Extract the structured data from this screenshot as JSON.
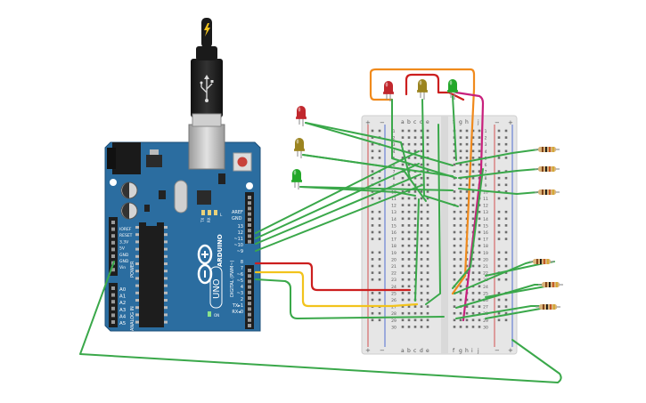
{
  "colors": {
    "arduino_board": "#2b6da0",
    "breadboard": "#e6e6e6",
    "wire_green": "#3aa84a",
    "wire_red": "#cc1f1f",
    "wire_yellow": "#f2c31c",
    "wire_orange": "#f08a1c",
    "wire_magenta": "#c8207c",
    "led_red": "#c1272d",
    "led_yellow": "#9b8420",
    "led_green": "#24a82a"
  },
  "arduino": {
    "logo_text": "ARDUINO",
    "model_text": "UNO",
    "header_power": "POWER",
    "header_analog": "ANALOG IN",
    "header_digital": "DIGITAL (PWM~)",
    "on_label": "ON",
    "aref": "AREF",
    "gnd": "GND",
    "pin_labels": [
      "13",
      "12",
      "~11",
      "~10",
      "~9",
      "8",
      "7",
      "~6",
      "~5",
      "4",
      "~3",
      "2",
      "TX▸1",
      "RX◂0"
    ],
    "power_pins": [
      "IOREF",
      "RESET",
      "3.3V",
      "5V",
      "GND",
      "GND",
      "Vin"
    ],
    "analog_pins": [
      "A0",
      "A1",
      "A2",
      "A3",
      "A4",
      "A5"
    ],
    "tx_label": "TX",
    "rx_label": "RX",
    "l_label": "L",
    "usb_icon": "usb-icon",
    "power_icon": "lightning-icon"
  },
  "breadboard": {
    "columns_left": [
      "a",
      "b",
      "c",
      "d",
      "e"
    ],
    "columns_right": [
      "f",
      "g",
      "h",
      "i",
      "j"
    ],
    "plus": "+",
    "minus": "−",
    "rows": [
      "1",
      "2",
      "3",
      "4",
      "5",
      "6",
      "7",
      "8",
      "9",
      "10",
      "11",
      "12",
      "13",
      "14",
      "15",
      "16",
      "17",
      "18",
      "19",
      "20",
      "21",
      "22",
      "23",
      "24",
      "25",
      "26",
      "27",
      "28",
      "29",
      "30"
    ]
  }
}
